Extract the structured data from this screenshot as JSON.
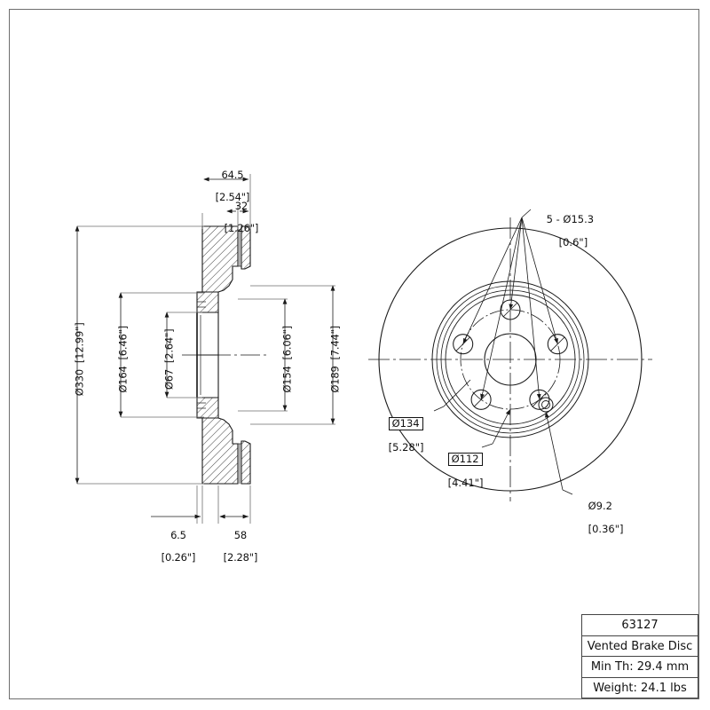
{
  "drawing": {
    "type": "engineering-drawing",
    "subject": "Vented Brake Disc",
    "units_note": "millimeters [inches]",
    "views": {
      "section_view": {
        "name": "cross-section side view"
      },
      "front_view": {
        "name": "front face view"
      }
    }
  },
  "section_dimensions": {
    "overall_thickness": {
      "metric": "64.5",
      "imperial": "[2.54\"]"
    },
    "hat_offset": {
      "metric": "32",
      "imperial": "[1.26\"]"
    },
    "outer_diameter": {
      "metric": "Ø330",
      "imperial": "[12.99\"]"
    },
    "hat_diameter": {
      "metric": "Ø164",
      "imperial": "[6.46\"]"
    },
    "center_bore": {
      "metric": "Ø67",
      "imperial": "[2.64\"]"
    },
    "inner_pad_diameter": {
      "metric": "Ø154",
      "imperial": "[6.06\"]"
    },
    "vane_diameter": {
      "metric": "Ø189",
      "imperial": "[7.44\"]"
    },
    "hat_wall": {
      "metric": "6.5",
      "imperial": "[0.26\"]"
    },
    "hat_depth": {
      "metric": "58",
      "imperial": "[2.28\"]"
    }
  },
  "front_view_callouts": {
    "lug_holes": {
      "metric": "5 - Ø15.3",
      "imperial": "[0.6\"]"
    },
    "pilot_circle": {
      "metric": "Ø134",
      "imperial": "[5.28\"]",
      "boxed": true
    },
    "bolt_circle": {
      "metric": "Ø112",
      "imperial": "[4.41\"]",
      "boxed": true
    },
    "small_hole": {
      "metric": "Ø9.2",
      "imperial": "[0.36\"]"
    }
  },
  "title_block": {
    "part_number": "63127",
    "description": "Vented Brake Disc",
    "min_thickness": "Min Th: 29.4 mm",
    "weight": "Weight: 24.1 lbs"
  },
  "colors": {
    "line": "#1a1a1a",
    "frame": "#6e6e6e",
    "background": "#ffffff"
  }
}
